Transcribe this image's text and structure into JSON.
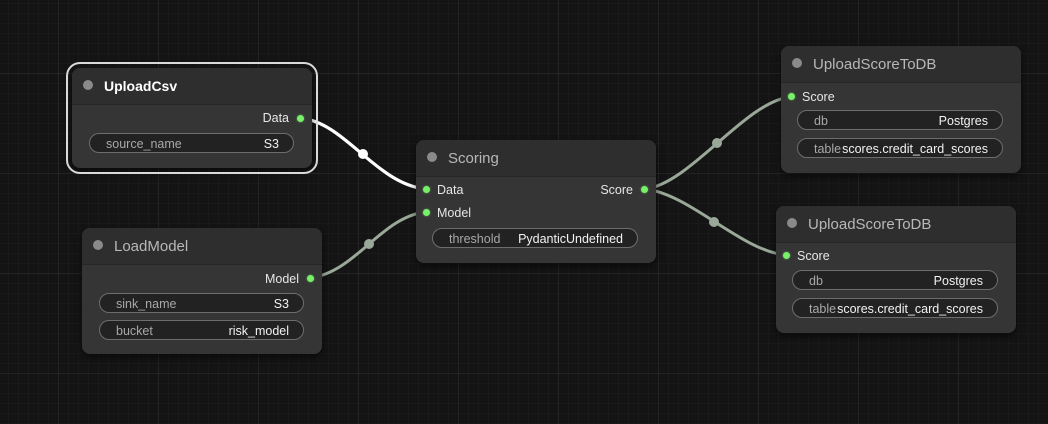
{
  "colors": {
    "background": "#141414",
    "node_body": "#353535",
    "node_header": "#2e2e2e",
    "port": "#78f06a",
    "link_default": "#9aa89a",
    "link_selected": "#ffffff",
    "widget_bg": "#222222",
    "widget_border": "#6d6d6d"
  },
  "nodes": {
    "upload_csv": {
      "title": "UploadCsv",
      "selected": true,
      "outputs": [
        {
          "label": "Data"
        }
      ],
      "widgets": [
        {
          "name": "source_name",
          "value": "S3"
        }
      ]
    },
    "load_model": {
      "title": "LoadModel",
      "outputs": [
        {
          "label": "Model"
        }
      ],
      "widgets": [
        {
          "name": "sink_name",
          "value": "S3"
        },
        {
          "name": "bucket",
          "value": "risk_model"
        }
      ]
    },
    "scoring": {
      "title": "Scoring",
      "inputs": [
        {
          "label": "Data"
        },
        {
          "label": "Model"
        }
      ],
      "outputs": [
        {
          "label": "Score"
        }
      ],
      "widgets": [
        {
          "name": "threshold",
          "value": "PydanticUndefined"
        }
      ]
    },
    "upload_score_1": {
      "title": "UploadScoreToDB",
      "inputs": [
        {
          "label": "Score"
        }
      ],
      "widgets": [
        {
          "name": "db",
          "value": "Postgres"
        },
        {
          "name": "table",
          "value": "scores.credit_card_scores"
        }
      ]
    },
    "upload_score_2": {
      "title": "UploadScoreToDB",
      "inputs": [
        {
          "label": "Score"
        }
      ],
      "widgets": [
        {
          "name": "db",
          "value": "Postgres"
        },
        {
          "name": "table",
          "value": "scores.credit_card_scores"
        }
      ]
    }
  },
  "links": [
    {
      "from": "UploadCsv.Data",
      "to": "Scoring.Data",
      "selected": true
    },
    {
      "from": "LoadModel.Model",
      "to": "Scoring.Model"
    },
    {
      "from": "Scoring.Score",
      "to": "UploadScoreToDB.Score"
    },
    {
      "from": "Scoring.Score",
      "to": "UploadScoreToDB.Score"
    }
  ]
}
